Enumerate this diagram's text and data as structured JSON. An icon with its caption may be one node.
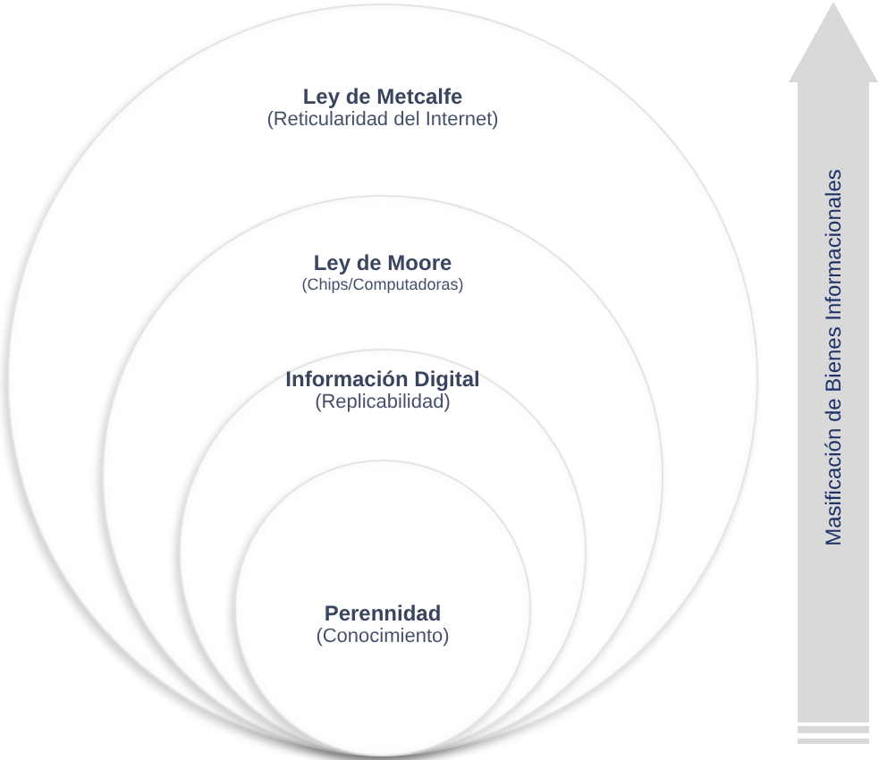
{
  "diagram": {
    "nodes": [
      {
        "text": [
          "Ley de Metcalfe",
          "(Reticularidad del Internet)"
        ]
      },
      {
        "text": [
          "Ley de Moore",
          "(Chips/Computadoras)"
        ],
        "in": 0
      },
      {
        "text": [
          "Información Digital",
          "(Replicabilidad)"
        ],
        "in": 1
      },
      {
        "text": [
          "Perennidad",
          "(Conocimiento)"
        ],
        "in": 2
      },
      {
        "text": [
          "Masificación de Bienes Informacionales"
        ]
      }
    ]
  }
}
